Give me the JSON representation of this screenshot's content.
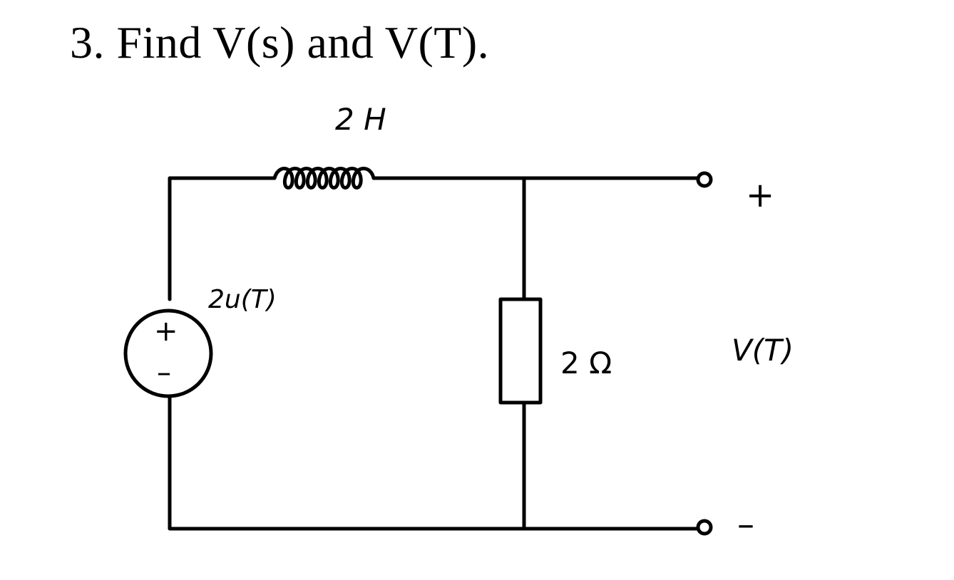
{
  "problem": {
    "title": "3. Find V(s) and V(T)."
  },
  "circuit": {
    "inductor_label": "2 H",
    "source_label": "2u(T)",
    "source_plus": "+",
    "source_minus": "–",
    "resistor_label": "2 Ω",
    "output_label": "V(T)",
    "terminal_plus": "+",
    "terminal_minus": "–"
  }
}
